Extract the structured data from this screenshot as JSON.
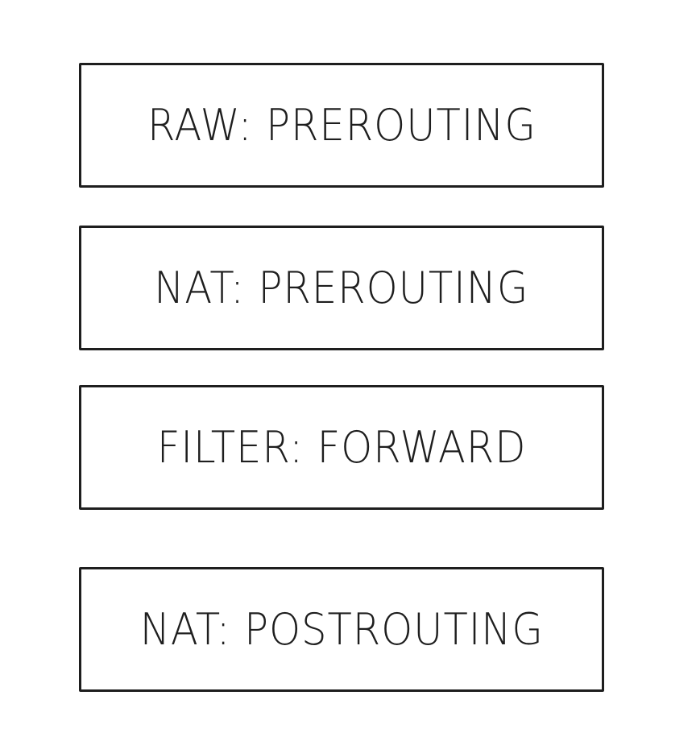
{
  "diagram": {
    "boxes": [
      {
        "label": "RAW: PREROUTING"
      },
      {
        "label": "NAT: PREROUTING"
      },
      {
        "label": "FILTER: FORWARD"
      },
      {
        "label": "NAT: POSTROUTING"
      }
    ]
  },
  "colors": {
    "stroke": "#1e1e1e",
    "background": "#ffffff"
  }
}
